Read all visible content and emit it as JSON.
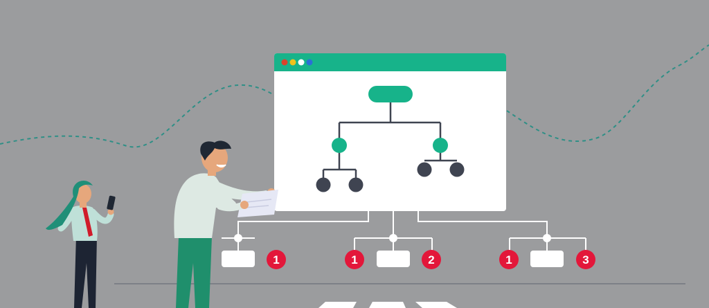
{
  "colors": {
    "background": "#9b9c9e",
    "accent": "#17b38a",
    "node_dark": "#3f4451",
    "badge": "#e3173a",
    "window": "#ffffff"
  },
  "window": {
    "dots": [
      "#d9432c",
      "#f2c21b",
      "#ffffff",
      "#2b6fd6"
    ]
  },
  "badges": [
    {
      "group": "left",
      "right_label": "1"
    },
    {
      "group": "middle",
      "left_label": "1",
      "right_label": "2"
    },
    {
      "group": "right",
      "left_label": "1",
      "right_label": "3"
    }
  ],
  "icons": [
    "chart-document-icon",
    "smartphone-icon"
  ]
}
